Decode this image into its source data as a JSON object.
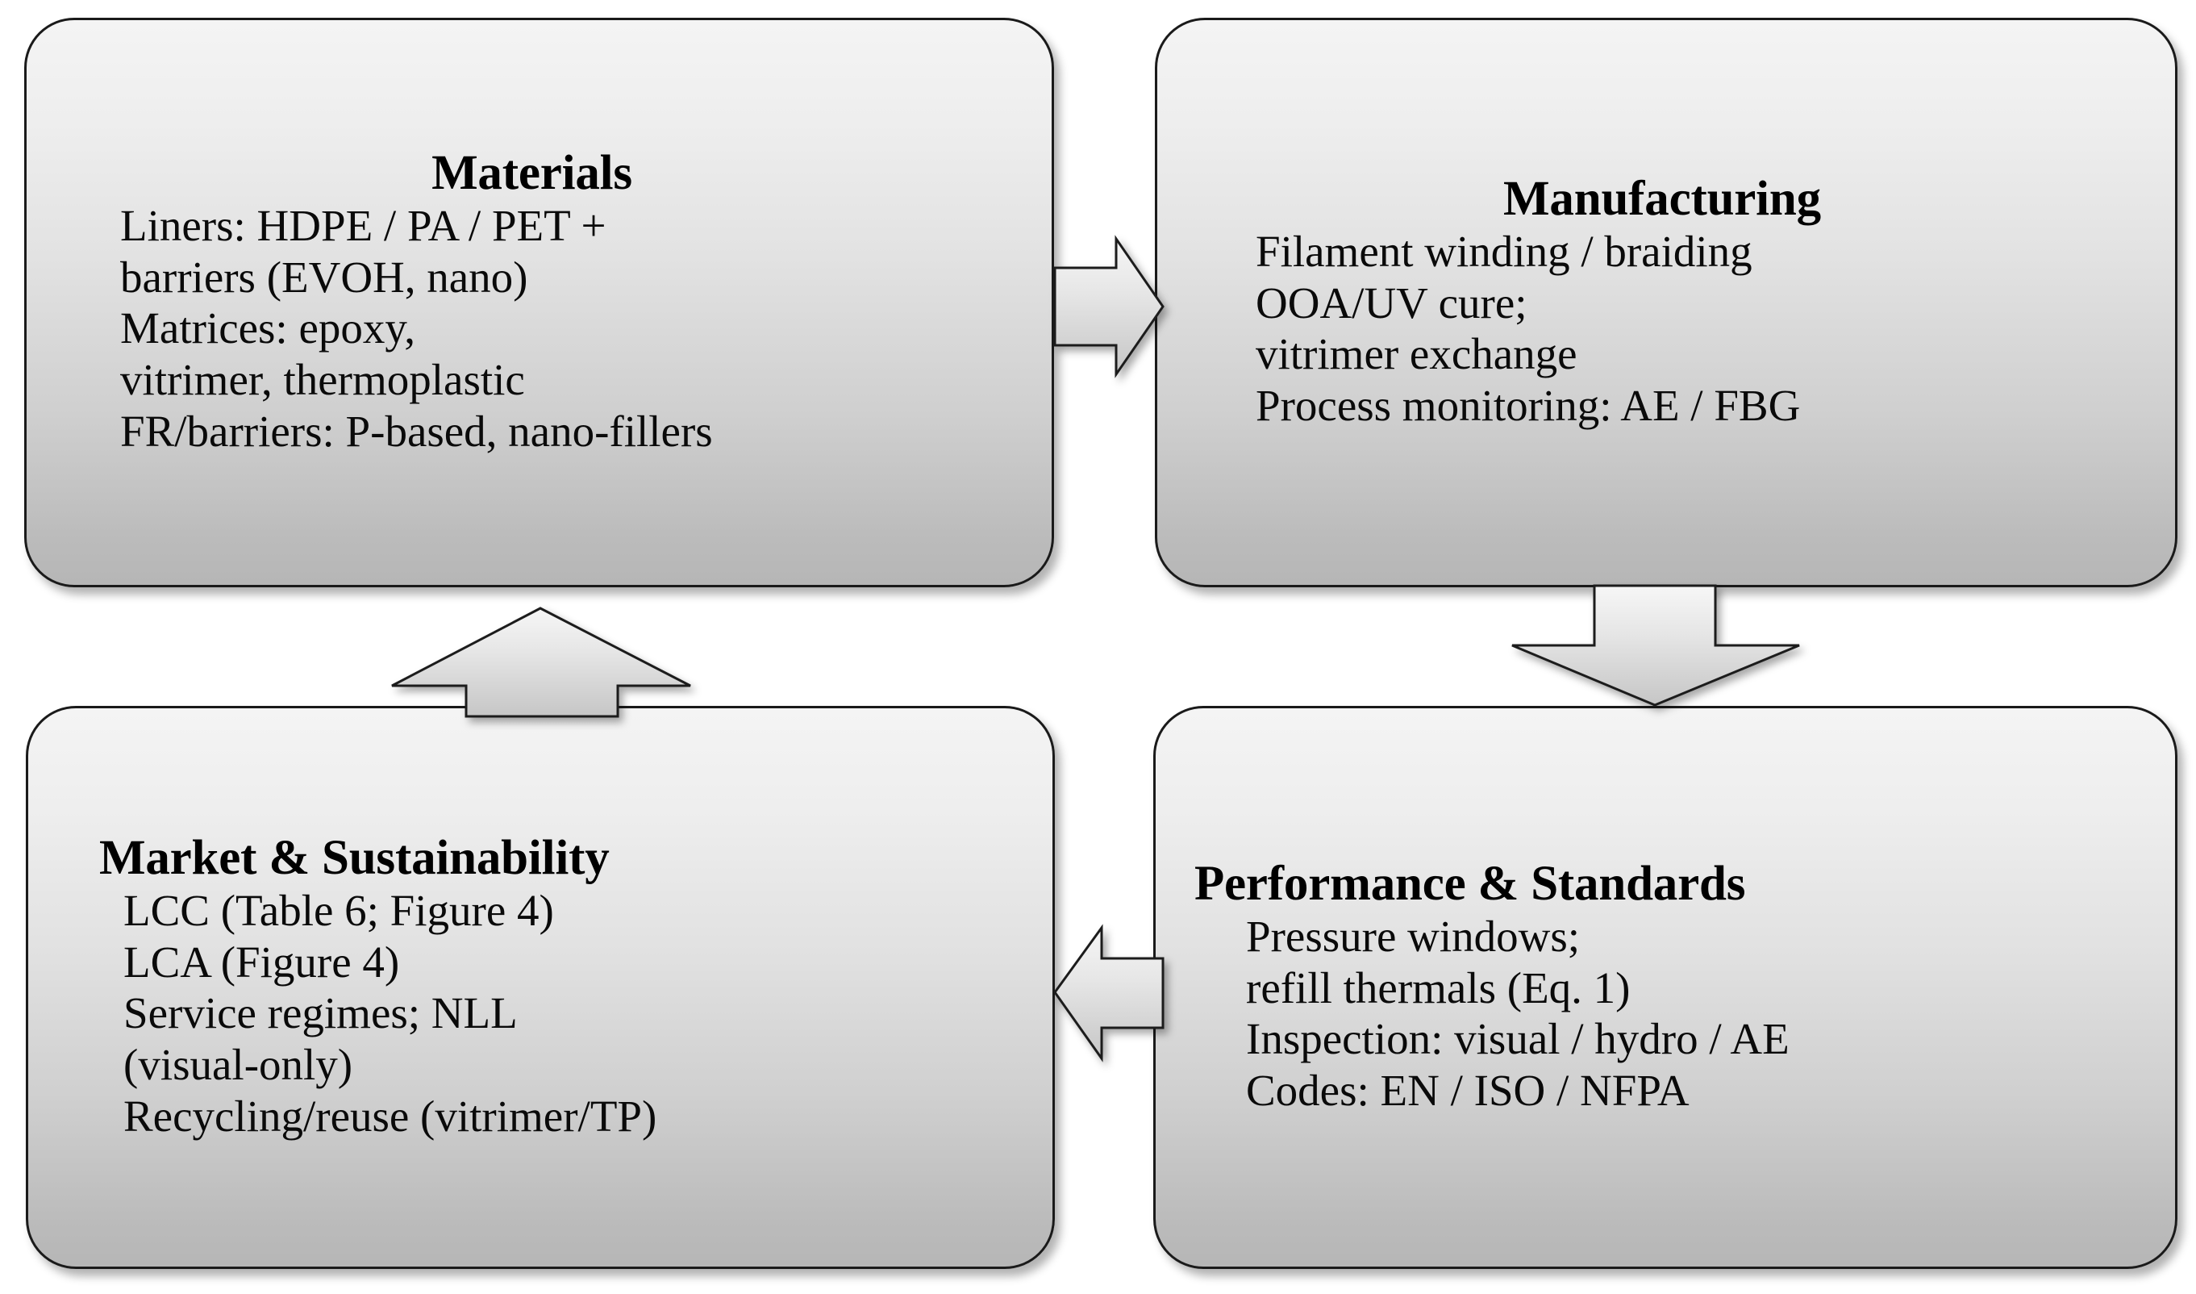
{
  "diagram": {
    "title": "Materials / Manufacturing / Performance & Standards / Market & Sustainability cycle",
    "type": "cycle-flow",
    "palette": {
      "box_fill_top": "#f4f4f4",
      "box_fill_bottom": "#b6b6b6",
      "box_border": "#1a1a1a",
      "arrow_fill_top": "#f2f2f2",
      "arrow_fill_bottom": "#c4c4c4",
      "arrow_border": "#1d1d1d",
      "text": "#000000",
      "background": "#ffffff"
    }
  },
  "nodes": {
    "materials": {
      "title": "Materials",
      "lines": [
        "Liners: HDPE / PA / PET +",
        "barriers (EVOH, nano)",
        "Matrices: epoxy,",
        "vitrimer, thermoplastic",
        "FR/barriers: P-based, nano-fillers"
      ]
    },
    "manufacturing": {
      "title": "Manufacturing",
      "lines": [
        "Filament winding / braiding",
        "OOA/UV cure;",
        "vitrimer exchange",
        "Process monitoring: AE / FBG"
      ]
    },
    "performance": {
      "title": "Performance & Standards",
      "lines": [
        "Pressure windows;",
        "refill thermals (Eq. 1)",
        "Inspection: visual / hydro / AE",
        "Codes: EN / ISO / NFPA"
      ]
    },
    "market": {
      "title": "Market & Sustainability",
      "lines": [
        "LCC (Table 6; Figure 4)",
        "LCA (Figure 4)",
        "Service regimes; NLL",
        "(visual-only)",
        "Recycling/reuse (vitrimer/TP)"
      ]
    }
  },
  "arrows": [
    {
      "id": "materials-to-manufacturing",
      "direction": "right",
      "from": "materials",
      "to": "manufacturing"
    },
    {
      "id": "manufacturing-to-performance",
      "direction": "down",
      "from": "manufacturing",
      "to": "performance"
    },
    {
      "id": "performance-to-market",
      "direction": "left",
      "from": "performance",
      "to": "market"
    },
    {
      "id": "market-to-materials",
      "direction": "up",
      "from": "market",
      "to": "materials"
    }
  ]
}
